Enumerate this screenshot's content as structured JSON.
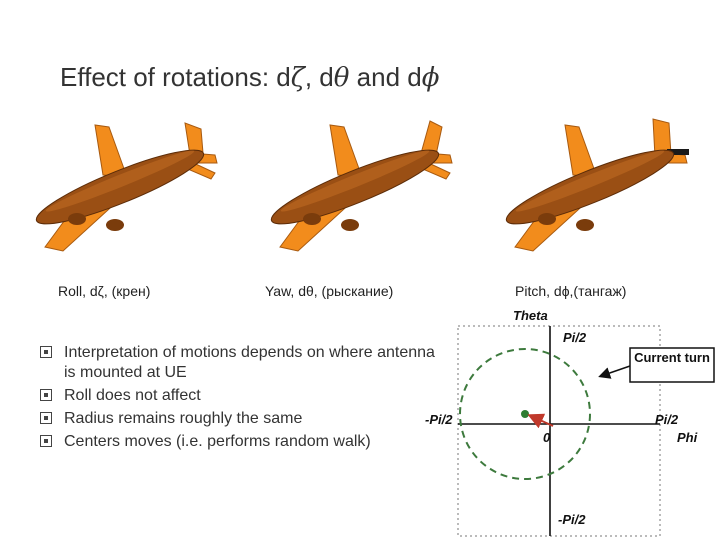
{
  "slide": {
    "title_prefix": "Effect of rotations: d",
    "title_zeta": "ζ",
    "title_d2": ", d",
    "title_theta": "θ",
    "title_and": " and d",
    "title_phi": "ϕ"
  },
  "planes": [
    {
      "caption": "Roll, dζ, (крен)"
    },
    {
      "caption": "Yaw, dθ, (рыскание)"
    },
    {
      "caption": "Pitch, dϕ,(тангаж)"
    }
  ],
  "bullets": [
    "Interpretation of motions depends on where antenna is mounted at UE",
    "Roll does not affect",
    "Radius remains roughly the same",
    "Centers moves (i.e. performs random walk)"
  ],
  "diagram": {
    "theta_label": "Theta",
    "pi2_top": "Pi/2",
    "neg_pi2_left": "-Pi/2",
    "pi2_right": "Pi/2",
    "zero": "0",
    "phi_label": "Phi",
    "neg_pi2_bottom": "-Pi/2",
    "current_turn": "Current turn",
    "colors": {
      "circle": "#3d7a3d",
      "center": "#2e7d32",
      "arrow": "#c0392b"
    }
  },
  "icons": [
    "airplane-roll-icon",
    "airplane-yaw-icon",
    "airplane-pitch-icon",
    "checkbox-bullet-icon"
  ]
}
